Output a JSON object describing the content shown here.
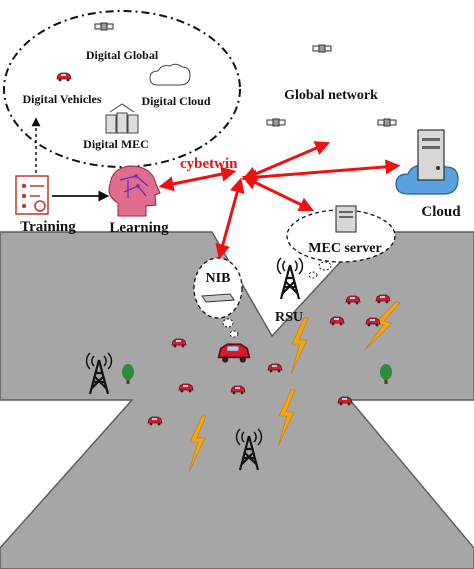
{
  "labels": {
    "digital_global": "Digital Global",
    "digital_vehicles": "Digital Vehicles",
    "digital_cloud": "Digital Cloud",
    "digital_mec": "Digital MEC",
    "global_network": "Global network",
    "cybetwin": "cybetwin",
    "cloud": "Cloud",
    "training": "Training",
    "learning": "Learning",
    "mec_server": "MEC server",
    "nib": "NIB",
    "rsu": "RSU"
  },
  "colors": {
    "road": "#a6a6a6",
    "road_edge": "#5f5f5f",
    "arrow_red": "#ee1111",
    "vehicle_red": "#d81b2a",
    "lightning": "#f2a516",
    "tree": "#2e8b3e",
    "cloud_blue": "#5aa0dd",
    "brain": "#e06d8c"
  },
  "icons": [
    "satellite-icon",
    "vehicle-icon",
    "cloud-outline-icon",
    "server-rack-icon",
    "cloud-server-icon",
    "training-icon",
    "brain-head-icon",
    "mec-server-icon",
    "nib-device-icon",
    "antenna-tower-icon",
    "tree-icon",
    "lightning-icon"
  ]
}
